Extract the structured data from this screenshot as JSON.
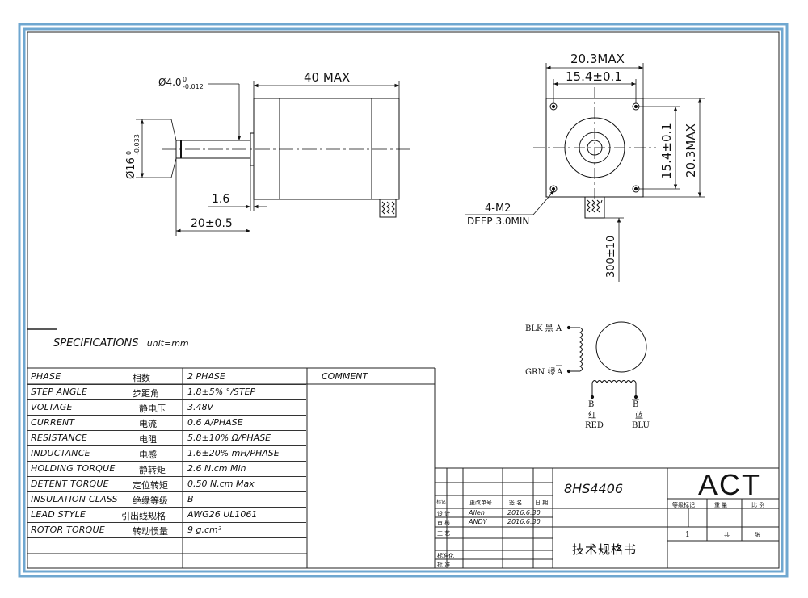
{
  "drawing": {
    "side_view": {
      "shaft_diameter": "Ø4.0",
      "shaft_tol_upper": "0",
      "shaft_tol_lower": "-0.012",
      "boss_diameter": "Ø16",
      "boss_tol_upper": "0",
      "boss_tol_lower": "-0.033",
      "body_length": "40 MAX",
      "boss_depth": "1.6",
      "shaft_length": "20±0.5"
    },
    "front_view": {
      "overall_width": "20.3MAX",
      "hole_spacing_h": "15.4±0.1",
      "hole_spacing_v": "15.4±0.1",
      "overall_height": "20.3MAX",
      "hole_note_1": "4-M2",
      "hole_note_2": "DEEP 3.0MIN",
      "lead_length": "300±10"
    },
    "wiring": {
      "blk": "BLK 黑 A",
      "grn": "GRN 绿",
      "grn_a": "A",
      "b": "B",
      "b_bar": "B",
      "red_zh": "红",
      "red": "RED",
      "blu_zh": "蓝",
      "blu": "BLU"
    }
  },
  "specs": {
    "title": "SPECIFICATIONS",
    "unit": "unit=mm",
    "comment_header": "COMMENT",
    "rows": [
      {
        "en": "PHASE",
        "zh": "相数",
        "value": "2  PHASE"
      },
      {
        "en": "STEP ANGLE",
        "zh": "步距角",
        "value": "1.8±5% °/STEP"
      },
      {
        "en": "VOLTAGE",
        "zh": "静电压",
        "value": "3.48V"
      },
      {
        "en": "CURRENT",
        "zh": "电流",
        "value": "0.6 A/PHASE"
      },
      {
        "en": "RESISTANCE",
        "zh": "电阻",
        "value": "5.8±10%  Ω/PHASE"
      },
      {
        "en": "INDUCTANCE",
        "zh": "电感",
        "value": "1.6±20% mH/PHASE"
      },
      {
        "en": "HOLDING TORQUE",
        "zh": "静转矩",
        "value": "2.6 N.cm Min"
      },
      {
        "en": "DETENT TORQUE",
        "zh": "定位转矩",
        "value": "0.50 N.cm Max"
      },
      {
        "en": "INSULATION CLASS",
        "zh": "绝缘等级",
        "value": "B"
      },
      {
        "en": "LEAD STYLE",
        "zh": "引出线规格",
        "value": "AWG26 UL1061"
      },
      {
        "en": "ROTOR TORQUE",
        "zh": "转动惯量",
        "value": "9 g.cm²"
      }
    ]
  },
  "title_block": {
    "model": "8HS4406",
    "brand": "ACT",
    "doc_title": "技术规格书",
    "hdr_mark": "标记",
    "hdr_change_no": "更改单号",
    "hdr_sign": "签 名",
    "hdr_date": "日 期",
    "design_label": "设 计",
    "design_name": "Allen",
    "design_date": "2016.6.30",
    "review_label": "审 核",
    "review_name": "ANDY",
    "review_date": "2016.6.30",
    "process_label": "工 艺",
    "standard_label": "标准化",
    "approve_label": "批 准",
    "grade_label": "等级标记",
    "weight_label": "重 量",
    "scale_label": "比 例",
    "sheet_no": "1",
    "total_label": "共",
    "sheet_label": "张"
  }
}
